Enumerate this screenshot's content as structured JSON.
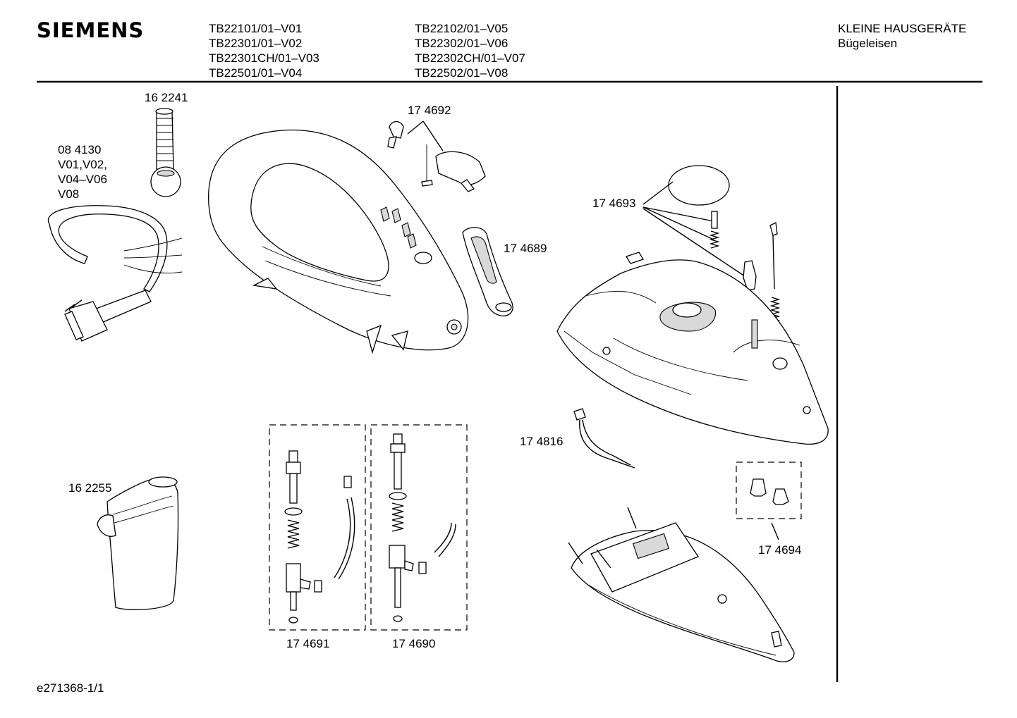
{
  "header": {
    "brand": "SIEMENS",
    "models_col1": [
      "TB22101/01–V01",
      "TB22301/01–V02",
      "TB22301CH/01–V03",
      "TB22501/01–V04"
    ],
    "models_col2": [
      "TB22102/01–V05",
      "TB22302/01–V06",
      "TB22302CH/01–V07",
      "TB22502/01–V08"
    ],
    "category": "KLEINE HAUSGERÄTE",
    "product": "Bügeleisen"
  },
  "parts": {
    "p162241": "16 2241",
    "p084130": [
      "08 4130",
      "V01,V02,",
      "V04–V06",
      "V08"
    ],
    "p174692": "17 4692",
    "p174689": "17 4689",
    "p174693": "17 4693",
    "p162255": "16 2255",
    "p174816": "17 4816",
    "p174694": "17 4694",
    "p174691": "17 4691",
    "p174690": "17 4690"
  },
  "footer": {
    "doc_id": "e271368-1/1"
  }
}
